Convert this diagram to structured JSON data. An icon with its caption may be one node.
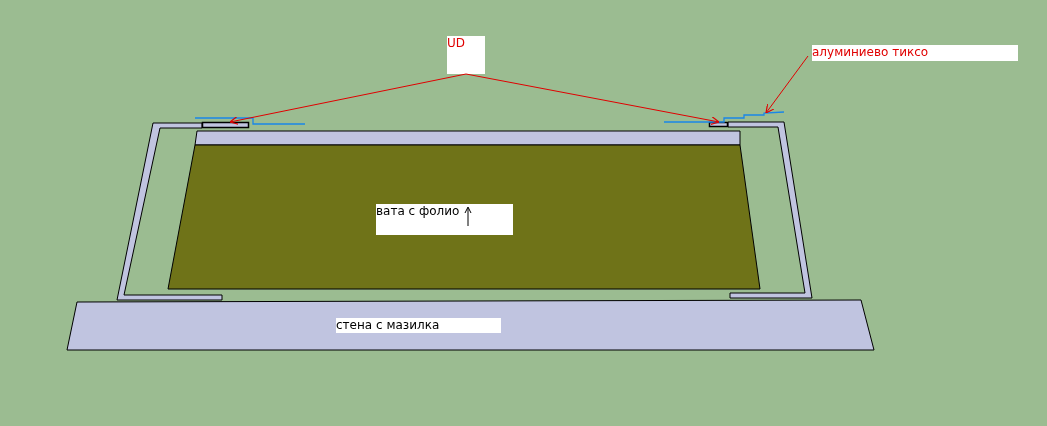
{
  "diagram": {
    "nodes": [
      {
        "text": [
          "UD"
        ]
      },
      {
        "text": [],
        "shape": "bar"
      },
      {
        "text": [],
        "shape": "bar"
      },
      {
        "text": [
          "алуминиево тиксо"
        ]
      },
      {
        "text": [],
        "shape": "bar"
      },
      {
        "text": [
          "вата с фолио"
        ]
      },
      {
        "text": [
          "стена с мазилка"
        ]
      },
      {
        "text": [],
        "shape": "bar"
      }
    ],
    "edges": [
      {
        "from": 0,
        "to": 1,
        "arrow": "to"
      },
      {
        "from": 0,
        "to": 2,
        "arrow": "to"
      },
      {
        "from": 3,
        "to": 4,
        "arrow": "to"
      }
    ]
  }
}
